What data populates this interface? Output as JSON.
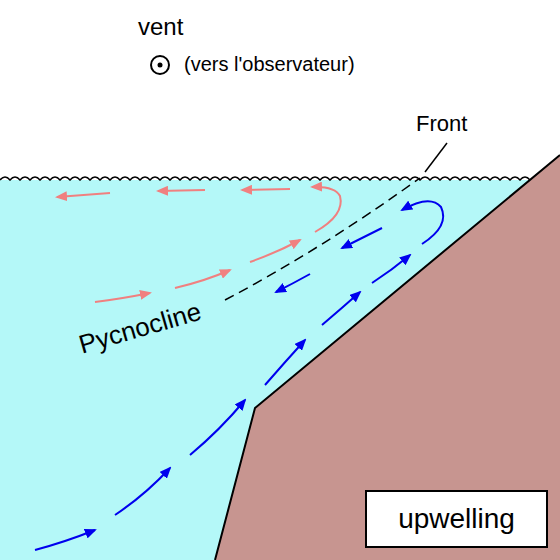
{
  "diagram": {
    "nodes": [
      {
        "text": [
          "upwelling"
        ]
      }
    ],
    "labels": [
      "vent",
      "(vers l'observateur)",
      "Front",
      "Pycnocline"
    ]
  }
}
